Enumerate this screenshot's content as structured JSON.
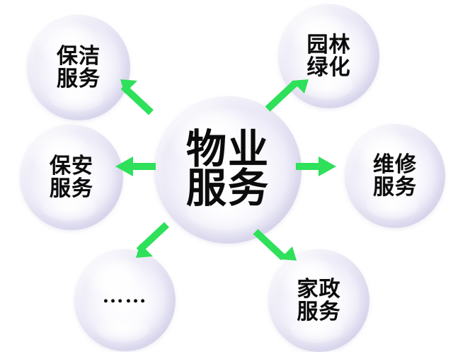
{
  "diagram": {
    "title": "物业服务",
    "background_color": "#ffffff",
    "arrow_color": "#2ee05a",
    "bubble_color": "#d6d3ec",
    "text_color": "#0b0b0b",
    "center": {
      "id": "center",
      "line1": "物业",
      "line2": "服务"
    },
    "nodes": [
      {
        "id": "cleaning",
        "line1": "保洁",
        "line2": "服务",
        "position": "top-left"
      },
      {
        "id": "landscape",
        "line1": "园林",
        "line2": "绿化",
        "position": "top-right"
      },
      {
        "id": "security",
        "line1": "保安",
        "line2": "服务",
        "position": "middle-left"
      },
      {
        "id": "repair",
        "line1": "维修",
        "line2": "服务",
        "position": "middle-right"
      },
      {
        "id": "more",
        "line1": "……",
        "line2": "",
        "position": "bottom-left"
      },
      {
        "id": "housekeep",
        "line1": "家政",
        "line2": "服务",
        "position": "bottom-right"
      }
    ],
    "arrows": [
      {
        "id": "up-left",
        "direction": "up-left",
        "from": "center",
        "to": "cleaning"
      },
      {
        "id": "up-right",
        "direction": "up-right",
        "from": "center",
        "to": "landscape"
      },
      {
        "id": "left",
        "direction": "left",
        "from": "center",
        "to": "security"
      },
      {
        "id": "right",
        "direction": "right",
        "from": "center",
        "to": "repair"
      },
      {
        "id": "down-left",
        "direction": "down-left",
        "from": "center",
        "to": "more"
      },
      {
        "id": "down-right",
        "direction": "down-right",
        "from": "center",
        "to": "housekeep"
      }
    ]
  }
}
